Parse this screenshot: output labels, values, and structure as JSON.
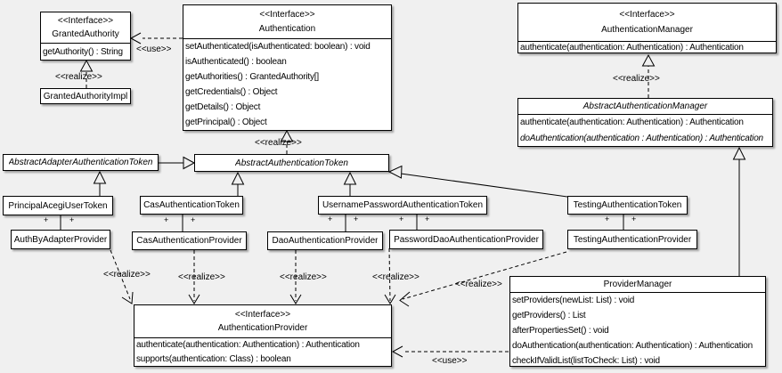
{
  "colors": {
    "background": "#f0f0f0",
    "box_fill": "#ffffff",
    "line": "#000000",
    "shadow": "#9e9e9e"
  },
  "edge_labels": {
    "realize": "<<realize>>",
    "use": "<<use>>",
    "plus": "+"
  },
  "classes": {
    "granted_authority": {
      "stereotype": "<<Interface>>",
      "name": "GrantedAuthority",
      "methods": [
        "getAuthority() : String"
      ]
    },
    "granted_authority_impl": {
      "name": "GrantedAuthorityImpl"
    },
    "authentication": {
      "stereotype": "<<Interface>>",
      "name": "Authentication",
      "methods": [
        "setAuthenticated(isAuthenticated: boolean) : void",
        "isAuthenticated() : boolean",
        "getAuthorities() : GrantedAuthority[]",
        "getCredentials() : Object",
        "getDetails() : Object",
        "getPrincipal() : Object"
      ]
    },
    "authentication_manager": {
      "stereotype": "<<Interface>>",
      "name": "AuthenticationManager",
      "methods": [
        "authenticate(authentication: Authentication) : Authentication"
      ]
    },
    "abstract_authentication_manager": {
      "name": "AbstractAuthenticationManager",
      "methods": [
        "authenticate(authentication: Authentication) : Authentication",
        "doAuthentication(authentication : Authentication) : Authentication"
      ]
    },
    "abstract_adapter_authentication_token": {
      "name": "AbstractAdapterAuthenticationToken"
    },
    "abstract_authentication_token": {
      "name": "AbstractAuthenticationToken"
    },
    "principal_acegi_user_token": {
      "name": "PrincipalAcegiUserToken"
    },
    "cas_authentication_token": {
      "name": "CasAuthenticationToken"
    },
    "username_password_authentication_token": {
      "name": "UsernamePasswordAuthenticationToken"
    },
    "testing_authentication_token": {
      "name": "TestingAuthenticationToken"
    },
    "auth_by_adapter_provider": {
      "name": "AuthByAdapterProvider"
    },
    "cas_authentication_provider": {
      "name": "CasAuthenticationProvider"
    },
    "dao_authentication_provider": {
      "name": "DaoAuthenticationProvider"
    },
    "password_dao_authentication_provider": {
      "name": "PasswordDaoAuthenticationProvider"
    },
    "testing_authentication_provider": {
      "name": "TestingAuthenticationProvider"
    },
    "authentication_provider": {
      "stereotype": "<<Interface>>",
      "name": "AuthenticationProvider",
      "methods": [
        "authenticate(authentication: Authentication) : Authentication",
        "supports(authentication: Class) : boolean"
      ]
    },
    "provider_manager": {
      "name": "ProviderManager",
      "methods": [
        "setProviders(newList: List) : void",
        "getProviders() : List",
        "afterPropertiesSet() : void",
        "doAuthentication(authentication: Authentication) : Authentication",
        "checkIfValidList(listToCheck: List) : void"
      ]
    }
  }
}
